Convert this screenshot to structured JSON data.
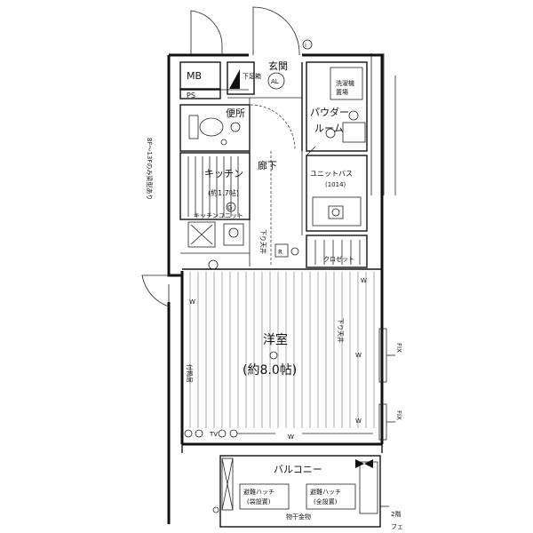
{
  "labels": {
    "mb": "MB",
    "ps": "PS",
    "entrance": "玄関",
    "shoe_box": "下足箱",
    "al": "AL",
    "toilet": "便所",
    "powder": "パウダー",
    "powder_room": "ルーム",
    "washer": "洗濯機置場",
    "corridor": "廊下",
    "unit_bath": "ユニットバス",
    "unit_bath_size": "(1014)",
    "kitchen": "キッチン",
    "kitchen_size": "(約1.7帖)",
    "kitchen_unit": "キッチンユニット",
    "lowered_ceiling_1": "下り天井",
    "lowered_ceiling_2": "下り天井",
    "closet": "クロゼット",
    "western_room": "洋室",
    "western_room_size": "(約8.0帖)",
    "wall_attached": "付鴨居",
    "balcony": "バルコニー",
    "hatch_left": "避難ハッチ",
    "hatch_left_sub": "(袋設置)",
    "hatch_right": "避難ハッチ",
    "hatch_right_sub": "(全設置)",
    "drying_hardware": "物干金物",
    "fix_1": "FIX",
    "fix_2": "FIX",
    "side_note": "8F〜13Fのみ梁型あり",
    "note_right_1": "2階",
    "note_right_2": "フェ",
    "g_mark": "G",
    "r_mark": "R",
    "w1": "W",
    "w2": "W",
    "w3": "W",
    "w4": "W",
    "w5": "W",
    "tv": "TV"
  }
}
